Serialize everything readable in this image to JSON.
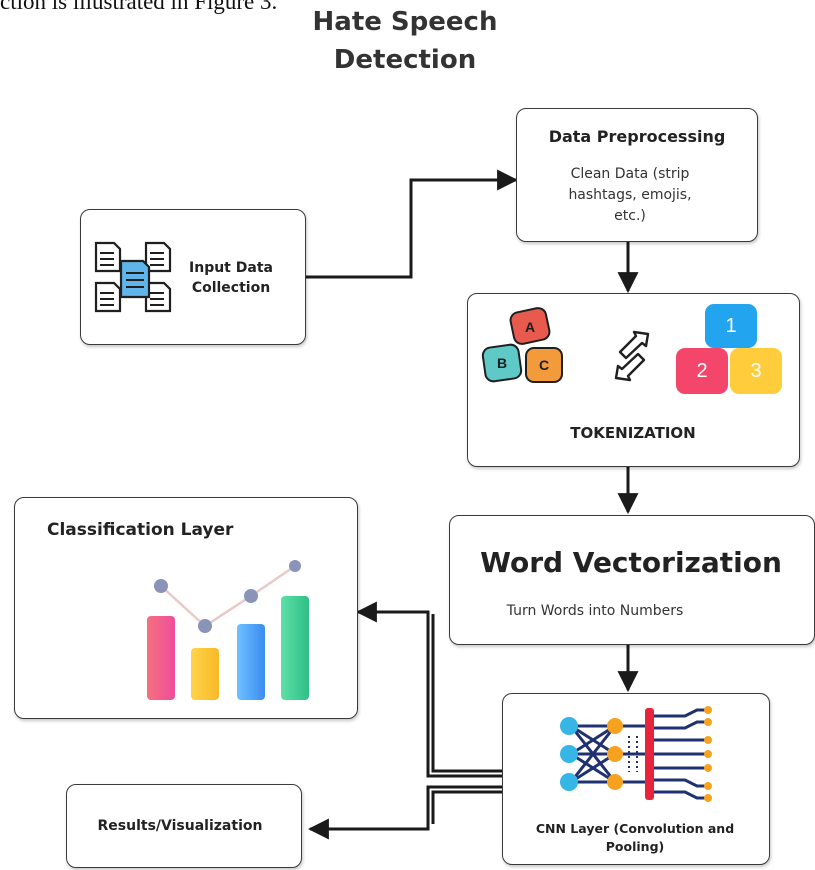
{
  "caption_fragment": "ction is illustrated in Figure 3.",
  "title_line1": "Hate Speech",
  "title_line2": "Detection",
  "nodes": {
    "input": {
      "label_line1": "Input Data",
      "label_line2": "Collection",
      "icon": "documents-icon"
    },
    "preprocessing": {
      "title": "Data Preprocessing",
      "desc_line1": "Clean Data (strip",
      "desc_line2": "hashtags, emojis,",
      "desc_line3": "etc.)"
    },
    "tokenization": {
      "label": "TOKENIZATION",
      "letters": [
        "A",
        "B",
        "C"
      ],
      "numbers": [
        "1",
        "2",
        "3"
      ],
      "icon": "swap-arrows-icon"
    },
    "vectorization": {
      "title": "Word Vectorization",
      "desc": "Turn Words into Numbers"
    },
    "cnn": {
      "label_line1": "CNN Layer (Convolution and",
      "label_line2": "Pooling)",
      "icon": "neural-network-icon"
    },
    "classification": {
      "title": "Classification Layer",
      "icon": "bar-line-chart-icon"
    },
    "results": {
      "label": "Results/Visualization"
    }
  },
  "colors": {
    "block_a": "#e8594e",
    "block_b": "#5ec9c6",
    "block_c": "#f39a3a",
    "tile_1": "#22a4ee",
    "tile_2": "#f4456a",
    "tile_3": "#ffcd3c",
    "node_blue": "#35b6e6",
    "node_orange": "#f6a21f",
    "network_line": "#1f3170",
    "network_red": "#e8243c"
  }
}
